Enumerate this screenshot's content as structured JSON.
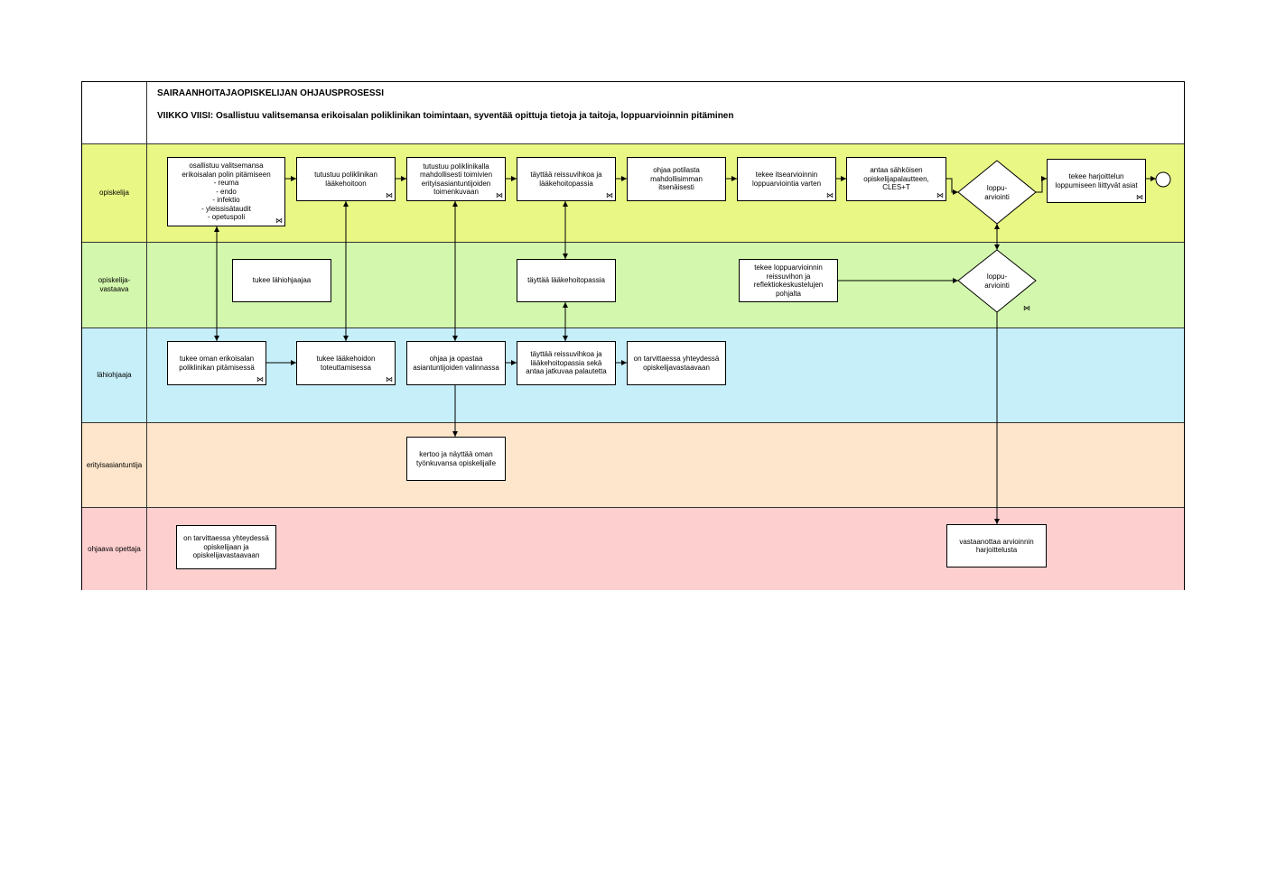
{
  "header": {
    "title": "SAIRAANHOITAJAOPISKELIJAN OHJAUSPROSESSI",
    "subtitle": "VIIKKO VIISI: Osallistuu valitsemansa erikoisalan poliklinikan toimintaan, syventää opittuja tietoja ja taitoja, loppuarvioinnin pitäminen"
  },
  "lanes": [
    {
      "label": "opiskelija",
      "color": "#e9f784"
    },
    {
      "label": "opiskelija-\nvastaava",
      "color": "#d3f8ad"
    },
    {
      "label": "lähiohjaaja",
      "color": "#c6effa"
    },
    {
      "label": "erityisasiantuntija",
      "color": "#fde6cb"
    },
    {
      "label": "ohjaava opettaja",
      "color": "#fdcfcf"
    }
  ],
  "boxes": {
    "o1": "osallistuu valitsemansa\nerikoisalan polin pitämiseen\n- reuma\n- endo\n- infektio\n- yleissisätaudit\n- opetuspoli",
    "o2": "tutustuu poliklinikan\nlääkehoitoon",
    "o3": "tutustuu poliklinikalla\nmahdollisesti toimivien\nerityisasiantuntijoiden\ntoimenkuvaan",
    "o4": "täyttää reissuvihkoa ja\nlääkehoitopassia",
    "o5": "ohjaa potilasta\nmahdollisimman\nitsenäisesti",
    "o6": "tekee itsearvioinnin\nloppuarviointia varten",
    "o7": "antaa sähköisen\nopiskelijapalautteen,\nCLES+T",
    "o8": "tekee harjoittelun\nloppumiseen liittyvät asiat",
    "v1": "tukee lähiohjaajaa",
    "v2": "täyttää lääkehoitopassia",
    "v3": "tekee loppuarvioinnin\nreissuvihon ja\nreflektiokeskustelujen\npohjalta",
    "l1": "tukee oman erikoisalan\npoliklinikan pitämisessä",
    "l2": "tukee lääkehoidon\ntoteuttamisessa",
    "l3": "ohjaa ja opastaa\nasiantuntijoiden valinnassa",
    "l4": "täyttää reissuvihkoa ja\nlääkehoitopassia sekä\nantaa jatkuvaa palautetta",
    "l5": "on tarvittaessa yhteydessä\nopiskelijavastaavaan",
    "e1": "kertoo ja näyttää oman\ntyönkuvansa opiskelijalle",
    "t1": "on tarvittaessa yhteydessä\nopiskelijaan ja\nopiskelijavastaavaan",
    "t2": "vastaanottaa arvioinnin\nharjoittelusta"
  },
  "decisions": {
    "d1": "loppu-\narviointi",
    "d2": "loppu-\narviointi"
  },
  "subprocess_icon": "subprocess-marker-icon"
}
